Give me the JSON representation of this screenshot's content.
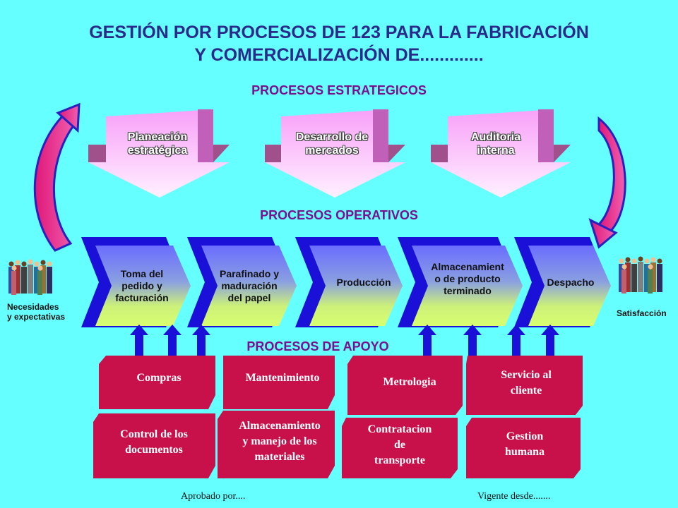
{
  "title": "GESTIÓN POR PROCESOS DE  123 PARA LA FABRICACIÓN\nY COMERCIALIZACIÓN DE.............",
  "sections": {
    "strategic": "PROCESOS ESTRATEGICOS",
    "operational": "PROCESOS OPERATIVOS",
    "support": "PROCESOS DE APOYO"
  },
  "strategic_processes": [
    {
      "label": "Planeación\nestratégica"
    },
    {
      "label": "Desarrollo de\nmercados"
    },
    {
      "label": "Auditoria\ninterna"
    }
  ],
  "operational_processes": [
    {
      "label": "Toma del\npedido y\nfacturación"
    },
    {
      "label": "Parafinado y\nmaduración\ndel papel"
    },
    {
      "label": "Producción"
    },
    {
      "label": "Almacenamient\no de producto\nterminado"
    },
    {
      "label": "Despacho"
    }
  ],
  "support_processes": [
    {
      "label": "Compras"
    },
    {
      "label": "Mantenimiento"
    },
    {
      "label": "Metrologia"
    },
    {
      "label": "Servicio al\ncliente"
    },
    {
      "label": "Control de los\ndocumentos"
    },
    {
      "label": "Almacenamiento\ny manejo de los\nmateriales"
    },
    {
      "label": "Contratacion\nde\ntransporte"
    },
    {
      "label": "Gestion\nhumana"
    }
  ],
  "input_label": "Necesidades\ny expectativas",
  "output_label": "Satisfacción",
  "footer": {
    "approved": "Aprobado por....",
    "valid_from": "Vigente desde......."
  },
  "colors": {
    "background": "#66ffff",
    "title": "#2a2a8a",
    "section": "#7a1090",
    "support_box": "#c8104a",
    "operational_blue": "#1a10d8",
    "arrow_curve": "#d01060"
  }
}
